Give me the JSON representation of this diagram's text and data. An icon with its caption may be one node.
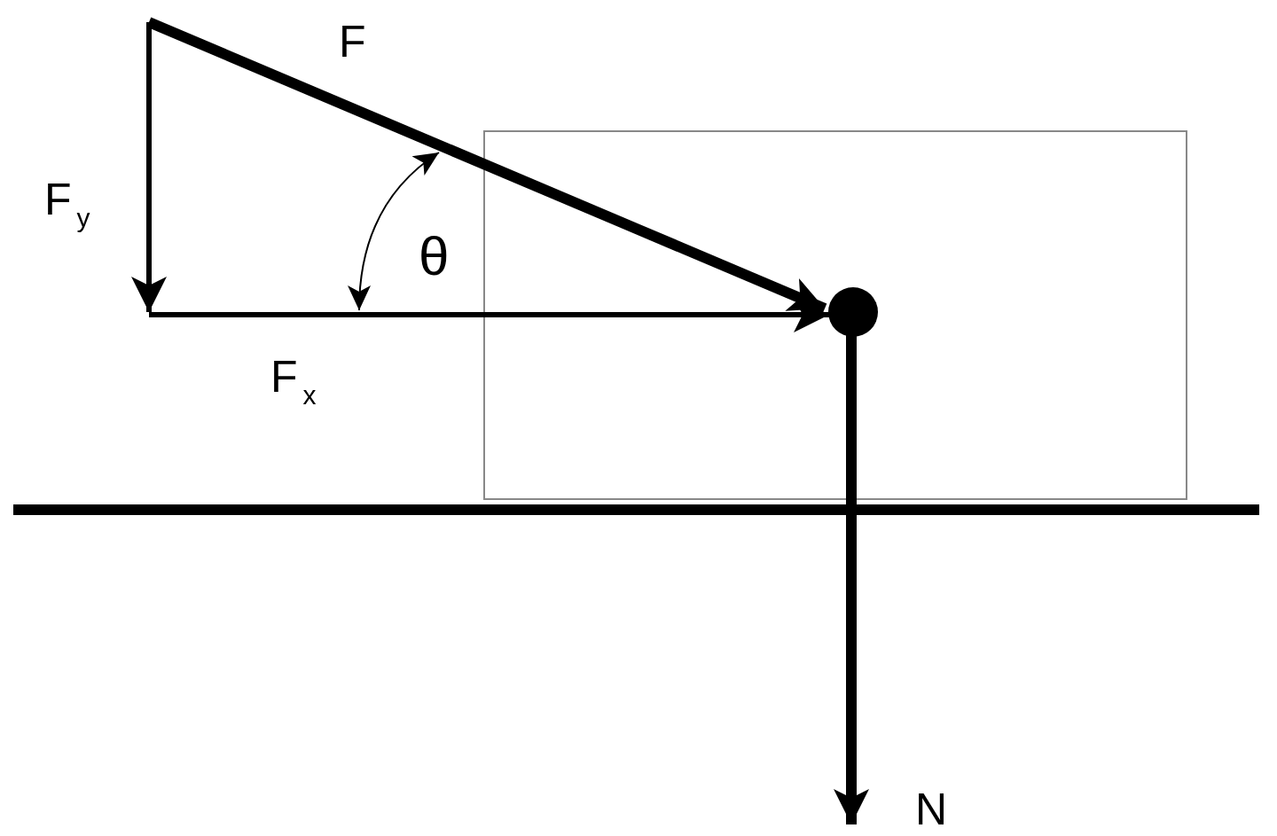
{
  "diagram": {
    "labels": [
      "F",
      "F$_{y}$",
      "θ",
      "F$_{x}$",
      "N"
    ]
  }
}
